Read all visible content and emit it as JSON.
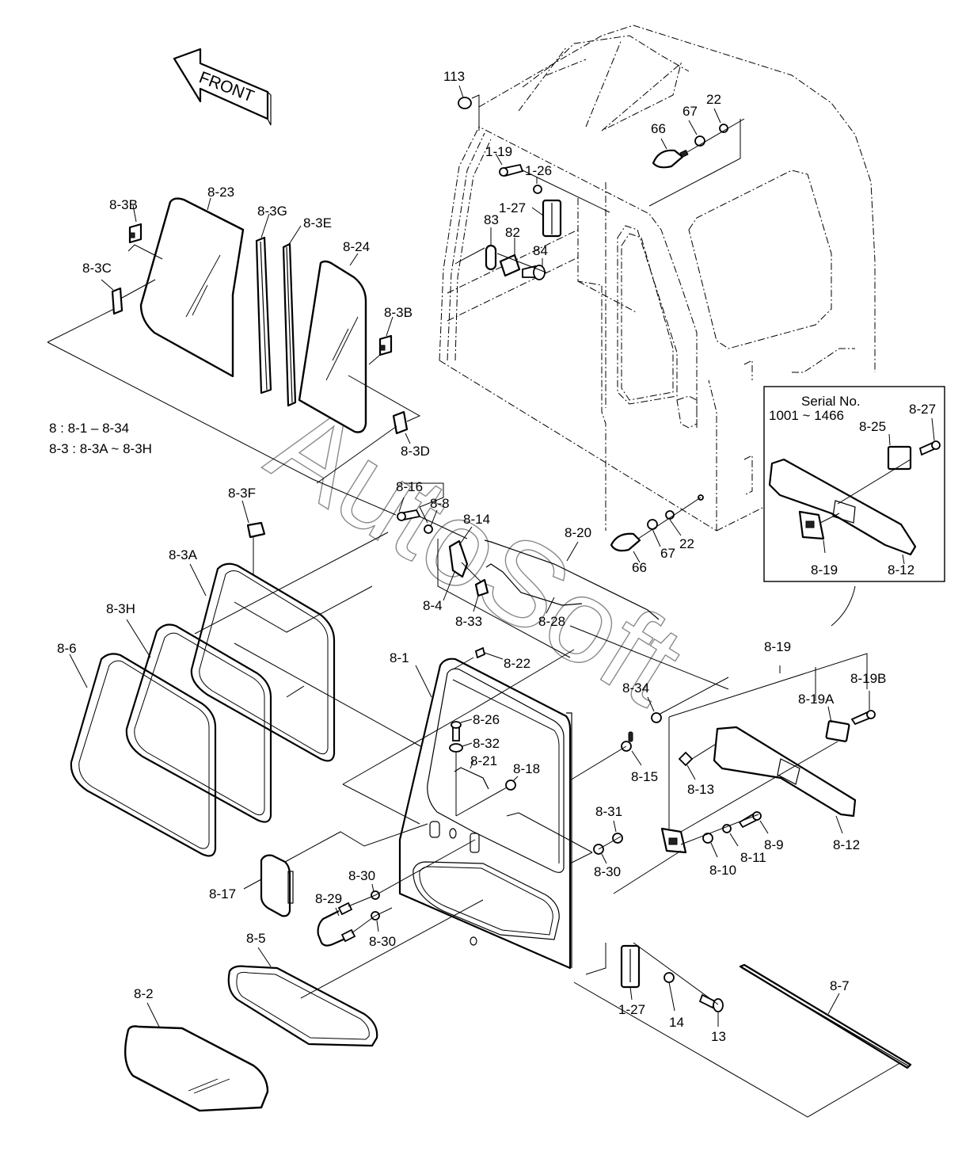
{
  "diagram": {
    "type": "exploded-parts-diagram",
    "subject": "Operator cab door assembly",
    "direction_indicator": {
      "icon": "front-arrow-icon",
      "label": "FRONT"
    },
    "notes": [
      "8 : 8-1 – 8-34",
      "8-3 : 8-3A ~ 8-3H"
    ],
    "watermark": "AutoSoft",
    "inset": {
      "title_line1": "Serial No.",
      "title_line2": "1001 ~ 1466",
      "callouts": [
        "8-27",
        "8-25",
        "8-19",
        "8-12"
      ]
    },
    "callouts": {
      "c113": "113",
      "c66_top": "66",
      "c67_top": "67",
      "c22_top": "22",
      "c1_19": "1-19",
      "c1_26": "1-26",
      "c1_27_top": "1-27",
      "c83": "83",
      "c82": "82",
      "c84": "84",
      "c8_23": "8-23",
      "c8_3B_left": "8-3B",
      "c8_3G": "8-3G",
      "c8_3E": "8-3E",
      "c8_24": "8-24",
      "c8_3C": "8-3C",
      "c8_3B_right": "8-3B",
      "c8_3D": "8-3D",
      "c8_16": "8-16",
      "c8_8": "8-8",
      "c8_3F": "8-3F",
      "c8_14": "8-14",
      "c8_20": "8-20",
      "c66_bottom": "66",
      "c67_bottom": "67",
      "c22_bottom": "22",
      "c8_3A": "8-3A",
      "c8_4": "8-4",
      "c8_33": "8-33",
      "c8_28": "8-28",
      "c8_3H": "8-3H",
      "c8_6": "8-6",
      "c8_1": "8-1",
      "c8_22": "8-22",
      "c8_19": "8-19",
      "c8_34": "8-34",
      "c8_19A": "8-19A",
      "c8_19B": "8-19B",
      "c8_26": "8-26",
      "c8_32": "8-32",
      "c8_21": "8-21",
      "c8_18": "8-18",
      "c8_15": "8-15",
      "c8_13": "8-13",
      "c8_31": "8-31",
      "c8_30_right": "8-30",
      "c8_9": "8-9",
      "c8_11": "8-11",
      "c8_10": "8-10",
      "c8_12": "8-12",
      "c8_17": "8-17",
      "c8_30_upper": "8-30",
      "c8_29": "8-29",
      "c8_30_lower": "8-30",
      "c8_5": "8-5",
      "c8_2": "8-2",
      "c1_27_bottom": "1-27",
      "c14": "14",
      "c13": "13",
      "c8_7": "8-7"
    }
  }
}
